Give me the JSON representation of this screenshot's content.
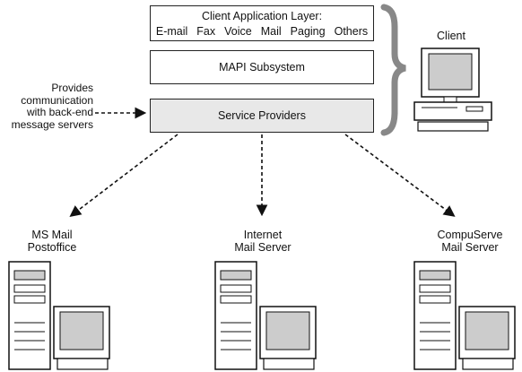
{
  "client_layer": {
    "title": "Client Application Layer:",
    "apps": [
      "E-mail",
      "Fax",
      "Voice",
      "Mail",
      "Paging",
      "Others"
    ]
  },
  "mapi_layer": {
    "label": "MAPI Subsystem"
  },
  "service_layer": {
    "label": "Service Providers"
  },
  "client": {
    "label": "Client"
  },
  "provides_note": {
    "lines": [
      "Provides",
      "communication",
      "with back-end",
      "message servers"
    ]
  },
  "servers": [
    {
      "lines": [
        "MS Mail",
        "Postoffice"
      ]
    },
    {
      "lines": [
        "Internet",
        "Mail Server"
      ]
    },
    {
      "lines": [
        "CompuServe",
        "Mail Server"
      ]
    }
  ]
}
